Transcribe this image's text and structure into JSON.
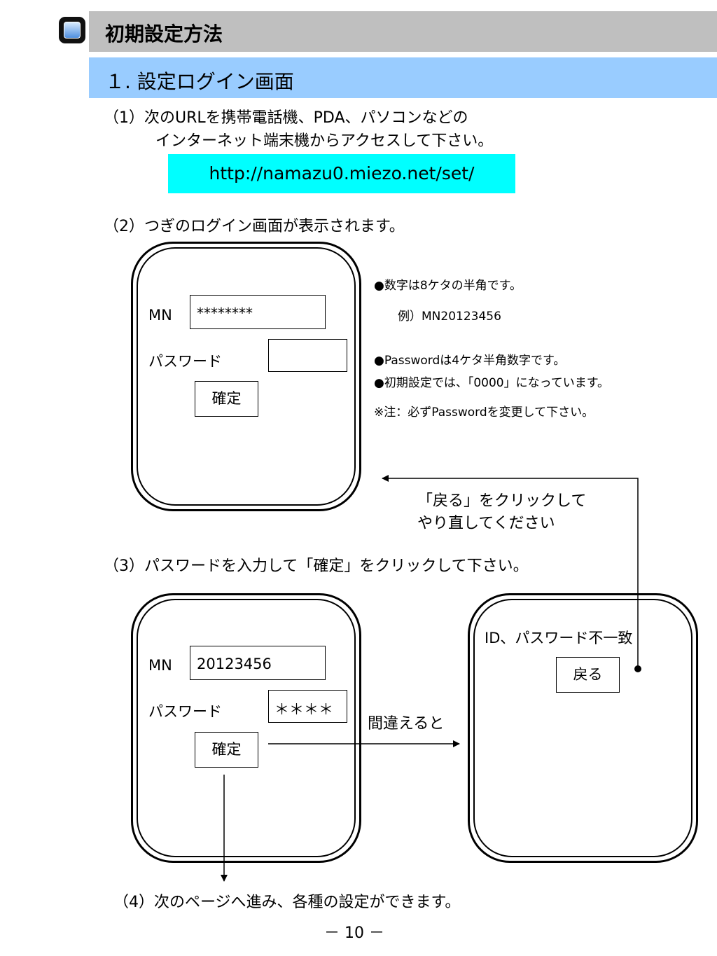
{
  "header": {
    "title": "初期設定方法"
  },
  "section": {
    "title": "１. 設定ログイン画面"
  },
  "step1": {
    "line1": "（1）次のURLを携帯電話機、PDA、パソコンなどの",
    "line2": "インターネット端末機からアクセスして下さい。"
  },
  "url": "http://namazu0.miezo.net/set/",
  "step2": "（2）つぎのログイン画面が表示されます。",
  "screen1": {
    "mn_label": "MN",
    "mn_value": "********",
    "password_label": "パスワード",
    "password_value": "",
    "confirm_label": "確定"
  },
  "notes": {
    "digits": "●数字は8ケタの半角です。",
    "example": "例）MN20123456",
    "password": "●Passwordは4ケタ半角数字です。",
    "initial": "●初期設定では、「0000」になっています。",
    "warning": "※注：必ずPasswordを変更して下さい。"
  },
  "back_hint": {
    "line1": "「戻る」をクリックして",
    "line2": "やり直してください"
  },
  "step3": "（3）パスワードを入力して「確定」をクリックして下さい。",
  "screen2": {
    "mn_label": "MN",
    "mn_value": "20123456",
    "password_label": "パスワード",
    "password_value": "＊＊＊＊",
    "confirm_label": "確定"
  },
  "mismatch_label": "間違えると",
  "error_screen": {
    "message": "ID、パスワード不一致",
    "back_label": "戻る"
  },
  "step4": "（4）次のページへ進み、各種の設定ができます。",
  "page_number": "－ 10 －"
}
